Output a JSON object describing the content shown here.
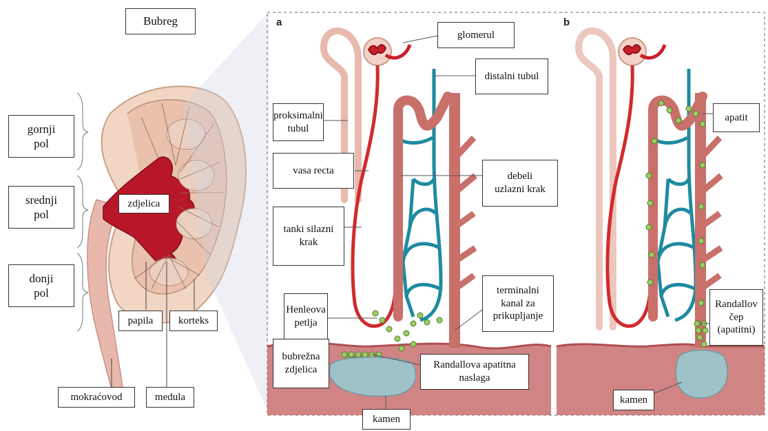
{
  "panels": {
    "a": "a",
    "b": "b"
  },
  "labels": {
    "bubreg": "Bubreg",
    "gornji_pol": "gornji\npol",
    "srednji_pol": "srednji\npol",
    "donji_pol": "donji\npol",
    "zdjelica": "zdjelica",
    "papila": "papila",
    "korteks": "korteks",
    "mokracovod": "mokraćovod",
    "medula": "medula",
    "glomerul": "glomerul",
    "distalni_tubul": "distalni tubul",
    "proksimalni_tubul": "proksimalni\ntubul",
    "vasa_recta": "vasa recta",
    "debeli_uzlazni_krak": "debeli\nuzlazni krak",
    "tanki_silazni_krak": "tanki silazni\nkrak",
    "henleova_petlja": "Henleova\npetlja",
    "terminalni_kanal": "terminalni\nkanal za\nprikupljanje",
    "bubrezna_zdjelica": "bubrežna\nzdjelica",
    "randallova_naslaga": "Randallova apatitna\nnaslaga",
    "kamen_a": "kamen",
    "apatit": "apatit",
    "randallov_cep": "Randallov\nčep\n(apatitni)",
    "kamen_b": "kamen"
  }
}
